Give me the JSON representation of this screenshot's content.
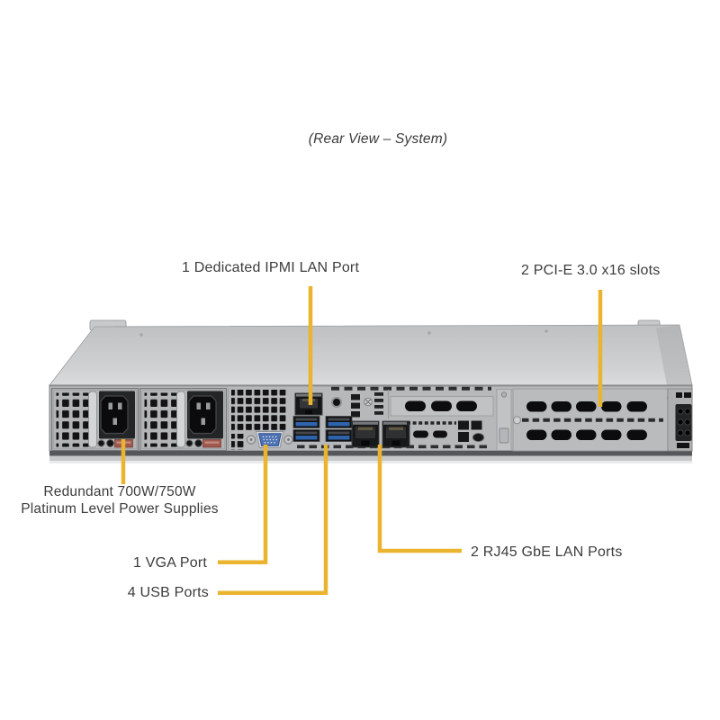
{
  "title": "(Rear View – System)",
  "callouts": {
    "ipmi": {
      "label": "1 Dedicated IPMI LAN Port"
    },
    "pcie": {
      "label": "2 PCI-E 3.0 x16 slots"
    },
    "psu": {
      "label_line1": "Redundant 700W/750W",
      "label_line2": "Platinum Level Power Supplies"
    },
    "vga": {
      "label": "1 VGA Port"
    },
    "usb": {
      "label": "4 USB Ports"
    },
    "lan": {
      "label": "2 RJ45 GbE LAN Ports"
    }
  },
  "colors": {
    "callout_line": "#EAB42F",
    "label_text": "#3C3C3C",
    "chassis_top": "#CDCFD1",
    "rear_panel": "#B6B8BA",
    "port_black": "#141618",
    "vga_blue": "#4E73B4",
    "usb_blue": "#2E63AC",
    "psu_label_red": "#A2574C"
  },
  "diagram": {
    "type": "server-rear-view-diagram",
    "components": [
      "psu-module-1",
      "psu-module-2",
      "io-vent-grid",
      "vga-port",
      "ipmi-lan-port",
      "usb-ports",
      "lan-ports",
      "riser-slot-area",
      "pcie-slots",
      "rear-connector-block"
    ]
  }
}
